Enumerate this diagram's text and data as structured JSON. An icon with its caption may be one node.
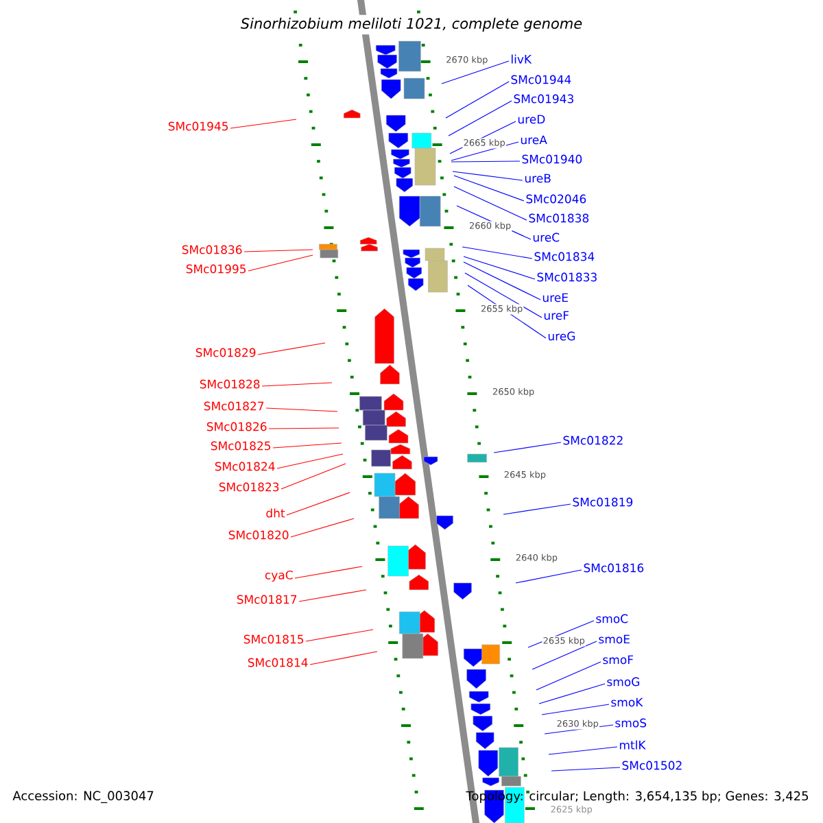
{
  "diagram": {
    "title": "*Sinorhizobium meliloti* 1021, complete genome",
    "nodes": [
      {
        "text": [
          "SMc01945"
        ]
      },
      {
        "text": [
          "SMc01836"
        ]
      },
      {
        "text": [
          "SMc01995"
        ]
      },
      {
        "text": [
          "SMc01829"
        ]
      },
      {
        "text": [
          "SMc01828"
        ]
      },
      {
        "text": [
          "SMc01827"
        ]
      },
      {
        "text": [
          "SMc01826"
        ]
      },
      {
        "text": [
          "SMc01825"
        ]
      },
      {
        "text": [
          "SMc01824"
        ]
      },
      {
        "text": [
          "SMc01823"
        ]
      },
      {
        "text": [
          "dht"
        ]
      },
      {
        "text": [
          "SMc01820"
        ]
      },
      {
        "text": [
          "cyaC"
        ]
      },
      {
        "text": [
          "SMc01817"
        ]
      },
      {
        "text": [
          "SMc01815"
        ]
      },
      {
        "text": [
          "SMc01814"
        ]
      },
      {
        "text": [
          "livK"
        ]
      },
      {
        "text": [
          "SMc01944"
        ]
      },
      {
        "text": [
          "SMc01943"
        ]
      },
      {
        "text": [
          "ureD"
        ]
      },
      {
        "text": [
          "ureA"
        ]
      },
      {
        "text": [
          "SMc01940"
        ]
      },
      {
        "text": [
          "ureB"
        ]
      },
      {
        "text": [
          "SMc02046"
        ]
      },
      {
        "text": [
          "SMc01838"
        ]
      },
      {
        "text": [
          "ureC"
        ]
      },
      {
        "text": [
          "SMc01834"
        ]
      },
      {
        "text": [
          "SMc01833"
        ]
      },
      {
        "text": [
          "ureE"
        ]
      },
      {
        "text": [
          "ureF"
        ]
      },
      {
        "text": [
          "ureG"
        ]
      },
      {
        "text": [
          "SMc01822"
        ]
      },
      {
        "text": [
          "SMc01819"
        ]
      },
      {
        "text": [
          "SMc01816"
        ]
      },
      {
        "text": [
          "smoC"
        ]
      },
      {
        "text": [
          "smoE"
        ]
      },
      {
        "text": [
          "smoF"
        ]
      },
      {
        "text": [
          "smoG"
        ]
      },
      {
        "text": [
          "smoK"
        ]
      },
      {
        "text": [
          "smoS"
        ]
      },
      {
        "text": [
          "mtlK"
        ]
      },
      {
        "text": [
          "SMc01502"
        ]
      }
    ],
    "edges": [
      {
        "from": 0,
        "to": null,
        "arrow": "none",
        "color": "#ff0000"
      },
      {
        "from": 1,
        "to": null,
        "arrow": "none",
        "color": "#ff0000"
      },
      {
        "from": 2,
        "to": null,
        "arrow": "none",
        "color": "#ff0000"
      },
      {
        "from": 3,
        "to": null,
        "arrow": "none",
        "color": "#ff0000"
      },
      {
        "from": 4,
        "to": null,
        "arrow": "none",
        "color": "#ff0000"
      },
      {
        "from": 5,
        "to": null,
        "arrow": "none",
        "color": "#ff0000"
      },
      {
        "from": 6,
        "to": null,
        "arrow": "none",
        "color": "#ff0000"
      },
      {
        "from": 7,
        "to": null,
        "arrow": "none",
        "color": "#ff0000"
      },
      {
        "from": 8,
        "to": null,
        "arrow": "none",
        "color": "#ff0000"
      },
      {
        "from": 9,
        "to": null,
        "arrow": "none",
        "color": "#ff0000"
      },
      {
        "from": 10,
        "to": null,
        "arrow": "none",
        "color": "#ff0000"
      },
      {
        "from": 11,
        "to": null,
        "arrow": "none",
        "color": "#ff0000"
      },
      {
        "from": 12,
        "to": null,
        "arrow": "none",
        "color": "#ff0000"
      },
      {
        "from": 13,
        "to": null,
        "arrow": "none",
        "color": "#ff0000"
      },
      {
        "from": 14,
        "to": null,
        "arrow": "none",
        "color": "#ff0000"
      },
      {
        "from": 15,
        "to": null,
        "arrow": "none",
        "color": "#ff0000"
      },
      {
        "from": 16,
        "to": null,
        "arrow": "none"
      },
      {
        "from": 17,
        "to": null,
        "arrow": "none"
      },
      {
        "from": 18,
        "to": null,
        "arrow": "none"
      },
      {
        "from": 19,
        "to": null,
        "arrow": "none"
      },
      {
        "from": 20,
        "to": null,
        "arrow": "none"
      },
      {
        "from": 21,
        "to": null,
        "arrow": "none"
      },
      {
        "from": 22,
        "to": null,
        "arrow": "none"
      },
      {
        "from": 23,
        "to": null,
        "arrow": "none"
      },
      {
        "from": 24,
        "to": null,
        "arrow": "none"
      },
      {
        "from": 25,
        "to": null,
        "arrow": "none"
      },
      {
        "from": 26,
        "to": null,
        "arrow": "none"
      },
      {
        "from": 27,
        "to": null,
        "arrow": "none"
      },
      {
        "from": 28,
        "to": null,
        "arrow": "none"
      },
      {
        "from": 29,
        "to": null,
        "arrow": "none"
      },
      {
        "from": 30,
        "to": null,
        "arrow": "none"
      },
      {
        "from": 31,
        "to": null,
        "arrow": "none"
      },
      {
        "from": 32,
        "to": null,
        "arrow": "none"
      },
      {
        "from": 33,
        "to": null,
        "arrow": "none"
      },
      {
        "from": 34,
        "to": null,
        "arrow": "none"
      },
      {
        "from": 35,
        "to": null,
        "arrow": "none"
      },
      {
        "from": 36,
        "to": null,
        "arrow": "none"
      },
      {
        "from": 37,
        "to": null,
        "arrow": "none"
      },
      {
        "from": 38,
        "to": null,
        "arrow": "none"
      },
      {
        "from": 39,
        "to": null,
        "arrow": "none"
      },
      {
        "from": 40,
        "to": null,
        "arrow": "none"
      },
      {
        "from": 41,
        "to": null,
        "arrow": "none"
      }
    ],
    "labels": [
      "2670 kbp",
      "2665 kbp",
      "2660 kbp",
      "2655 kbp",
      "2650 kbp",
      "2645 kbp",
      "2640 kbp",
      "2635 kbp",
      "2630 kbp",
      "2625 kbp",
      "Accession: NC_003047",
      "Topology: circular; Length: 3,654,135 bp; Genes: 3,425"
    ]
  }
}
